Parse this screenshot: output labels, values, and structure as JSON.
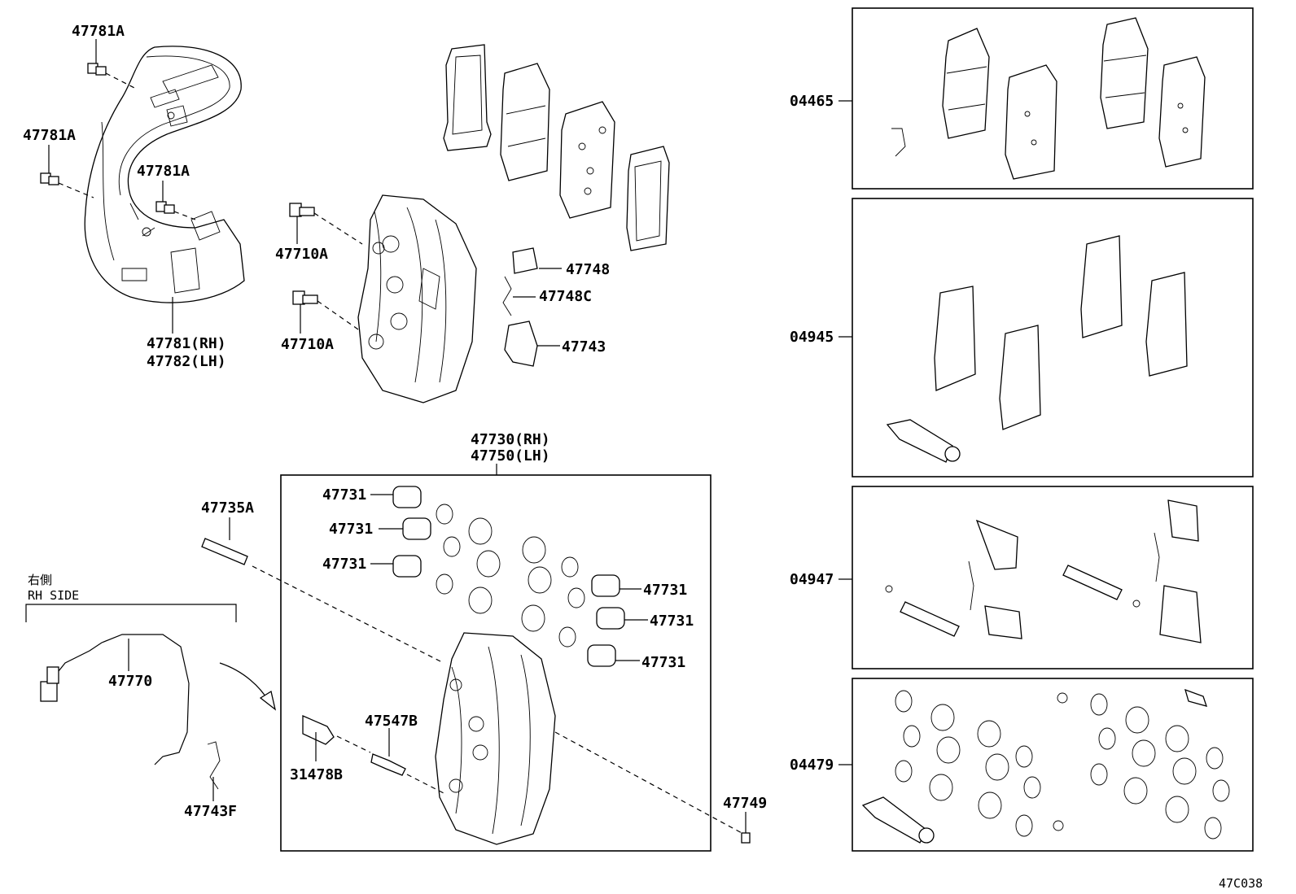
{
  "labels": {
    "bolt_a1": "47781A",
    "bolt_a2": "47781A",
    "bolt_a3": "47781A",
    "shield_rh": "47781(RH)",
    "shield_lh": "47782(LH)",
    "caliper_bolt_1": "47710A",
    "caliper_bolt_2": "47710A",
    "clip_47748": "47748",
    "clip_47748c": "47748C",
    "spring_47743": "47743",
    "caliper_rh": "47730(RH)",
    "caliper_lh": "47750(LH)",
    "piston_l1": "47731",
    "piston_l2": "47731",
    "piston_l3": "47731",
    "piston_r1": "47731",
    "piston_r2": "47731",
    "piston_r3": "47731",
    "pin_47735a": "47735A",
    "side_jp": "右側",
    "side_en": "RH SIDE",
    "sensor_47770": "47770",
    "clip_47743f": "47743F",
    "bushing_31478b": "31478B",
    "bleeder_47547b": "47547B",
    "cap_47749": "47749",
    "kit_04465": "04465",
    "kit_04945": "04945",
    "kit_04947": "04947",
    "kit_04479": "04479",
    "diagram_code": "47C038"
  }
}
